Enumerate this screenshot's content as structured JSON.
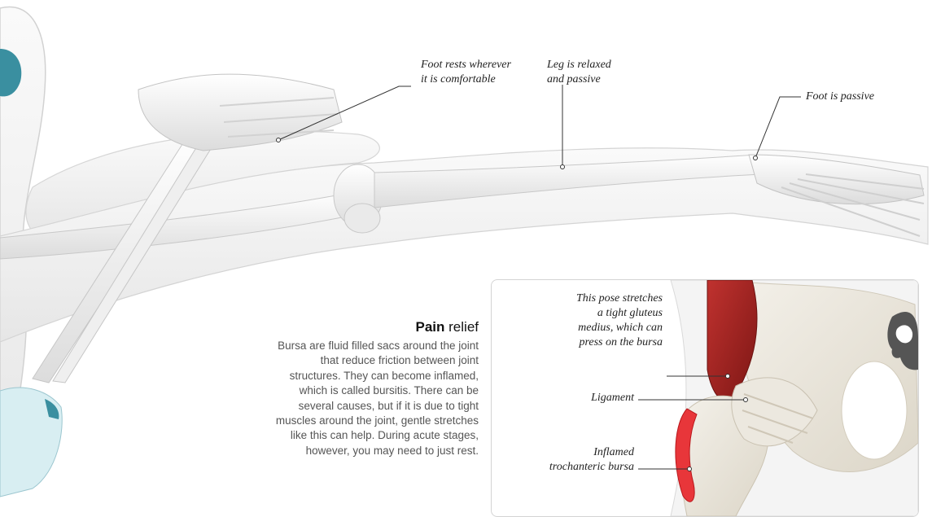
{
  "callouts": {
    "foot_rests": "Foot rests wherever\nit is comfortable",
    "leg_relaxed": "Leg is relaxed\nand passive",
    "foot_passive": "Foot is passive"
  },
  "pain_relief": {
    "title_bold": "Pain",
    "title_rest": " relief",
    "body": "Bursa are fluid filled sacs around the joint that reduce friction between joint structures. They can become inflamed, which is called bursitis. There can be several causes, but if it is due to tight muscles around the joint, gentle stretches like this can help. During acute stages, however, you may need to just rest."
  },
  "inset": {
    "gluteus_label": "This pose stretches\na tight gluteus\nmedius, which can\npress on the bursa",
    "ligament_label": "Ligament",
    "bursa_label": "Inflamed\ntrochanteric bursa"
  },
  "icons": {
    "anatomy_head": "head-profile-icon"
  },
  "colors": {
    "bone": "#f2f2f0",
    "muscle": "#b52a28",
    "bursa": "#e8363a",
    "teal": "#3a8fa0"
  }
}
